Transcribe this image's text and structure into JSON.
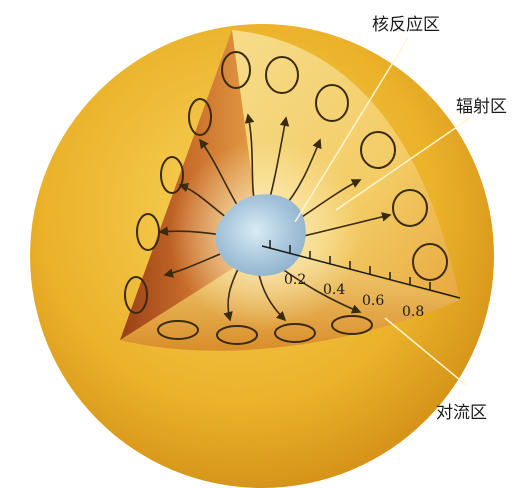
{
  "labels": {
    "core": "核反应区",
    "radiation": "辐射区",
    "convection": "对流区"
  },
  "scale": {
    "ticks": [
      "0.2",
      "0.4",
      "0.6",
      "0.8"
    ]
  },
  "colors": {
    "sun_surface": "#e9b52c",
    "sun_edge": "#d69a18",
    "cut_face_left": "#b0521f",
    "cut_face_right": "#f2d782",
    "core": "#a9c7dc",
    "arrows": "#3a2a10",
    "leader_lines": "#fff5d0"
  }
}
